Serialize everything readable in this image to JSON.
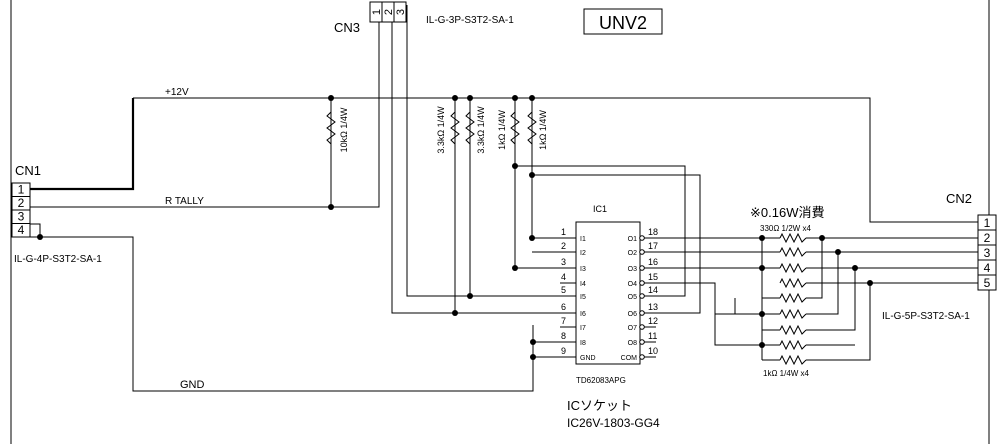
{
  "title_box": "UNV2",
  "connectors": {
    "cn1": {
      "label": "CN1",
      "part": "IL-G-4P-S3T2-SA-1",
      "pins": [
        "1",
        "2",
        "3",
        "4"
      ]
    },
    "cn2": {
      "label": "CN2",
      "part": "IL-G-5P-S3T2-SA-1",
      "pins": [
        "1",
        "2",
        "3",
        "4",
        "5"
      ]
    },
    "cn3": {
      "label": "CN3",
      "part": "IL-G-3P-S3T2-SA-1",
      "pins": [
        "1",
        "2",
        "3"
      ]
    }
  },
  "nets": {
    "v12": "+12V",
    "rtally": "R TALLY",
    "gnd": "GND"
  },
  "resistors": {
    "r10k": "10kΩ 1/4W",
    "r3k3_a": "3.3kΩ 1/4W",
    "r3k3_b": "3.3kΩ 1/4W",
    "r1k_a": "1kΩ 1/4W",
    "r1k_b": "1kΩ 1/4W",
    "r330": "330Ω 1/2W x4",
    "r1k_x4": "1kΩ 1/4W x4"
  },
  "power_note": "※0.16W消費",
  "ic": {
    "ref": "IC1",
    "part": "TD62083APG",
    "socket_title": "ICソケット",
    "socket_part": "IC26V-1803-GG4",
    "left_pins": [
      {
        "num": "1",
        "name": "I1"
      },
      {
        "num": "2",
        "name": "I2"
      },
      {
        "num": "3",
        "name": "I3"
      },
      {
        "num": "4",
        "name": "I4"
      },
      {
        "num": "5",
        "name": "I5"
      },
      {
        "num": "6",
        "name": "I6"
      },
      {
        "num": "7",
        "name": "I7"
      },
      {
        "num": "8",
        "name": "I8"
      },
      {
        "num": "9",
        "name": "GND"
      }
    ],
    "right_pins": [
      {
        "num": "18",
        "name": "O1"
      },
      {
        "num": "17",
        "name": "O2"
      },
      {
        "num": "16",
        "name": "O3"
      },
      {
        "num": "15",
        "name": "O4"
      },
      {
        "num": "14",
        "name": "O5"
      },
      {
        "num": "13",
        "name": "O6"
      },
      {
        "num": "12",
        "name": "O7"
      },
      {
        "num": "11",
        "name": "O8"
      },
      {
        "num": "10",
        "name": "COM"
      }
    ]
  }
}
